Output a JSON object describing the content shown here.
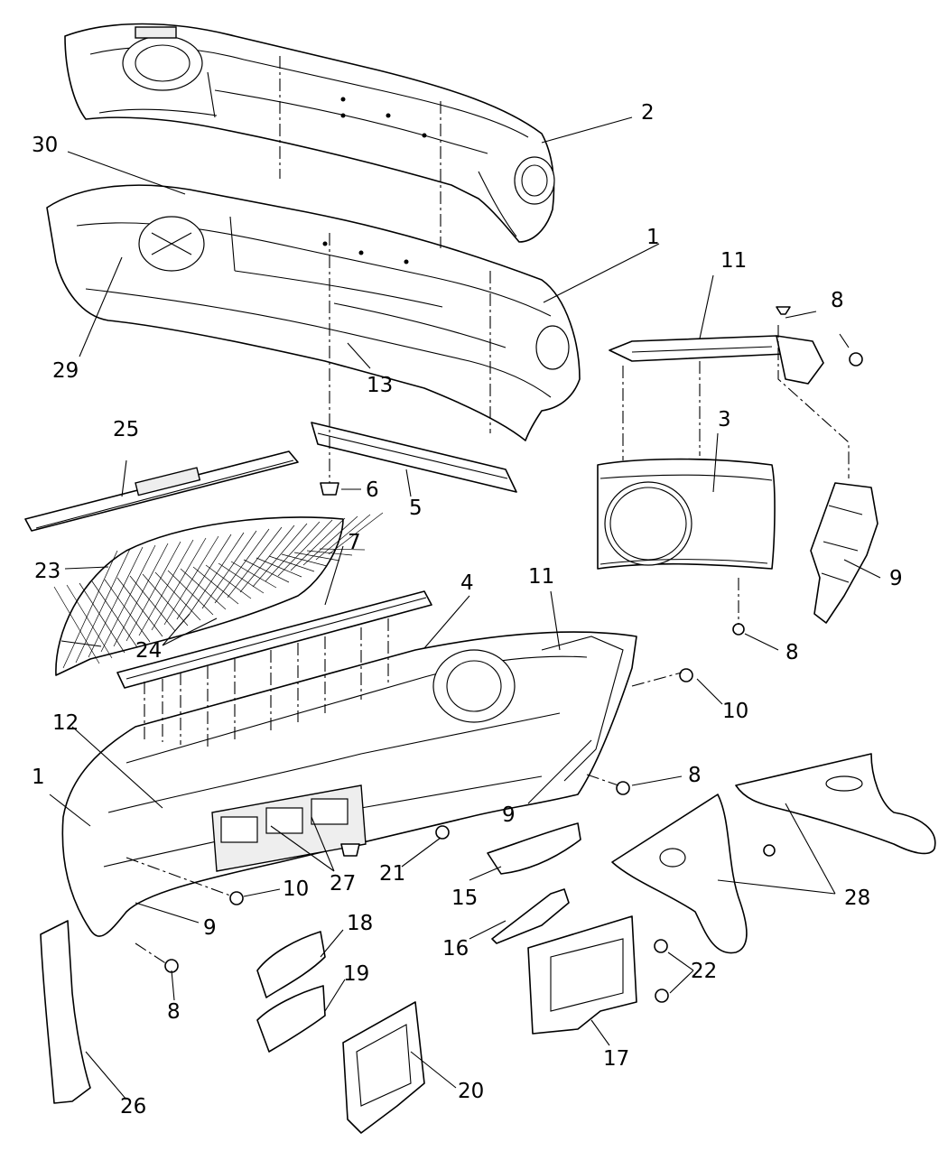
{
  "callouts": {
    "c1a": "1",
    "c1b": "1",
    "c2": "2",
    "c3": "3",
    "c4": "4",
    "c5": "5",
    "c6": "6",
    "c7": "7",
    "c8a": "8",
    "c8b": "8",
    "c8c": "8",
    "c8d": "8",
    "c9a": "9",
    "c9b": "9",
    "c9c": "9",
    "c10a": "10",
    "c10b": "10",
    "c11a": "11",
    "c11b": "11",
    "c12": "12",
    "c13": "13",
    "c15": "15",
    "c16": "16",
    "c17": "17",
    "c18": "18",
    "c19": "19",
    "c20": "20",
    "c21": "21",
    "c22": "22",
    "c23": "23",
    "c24": "24",
    "c25": "25",
    "c26": "26",
    "c27": "27",
    "c28": "28",
    "c29": "29",
    "c30": "30"
  }
}
